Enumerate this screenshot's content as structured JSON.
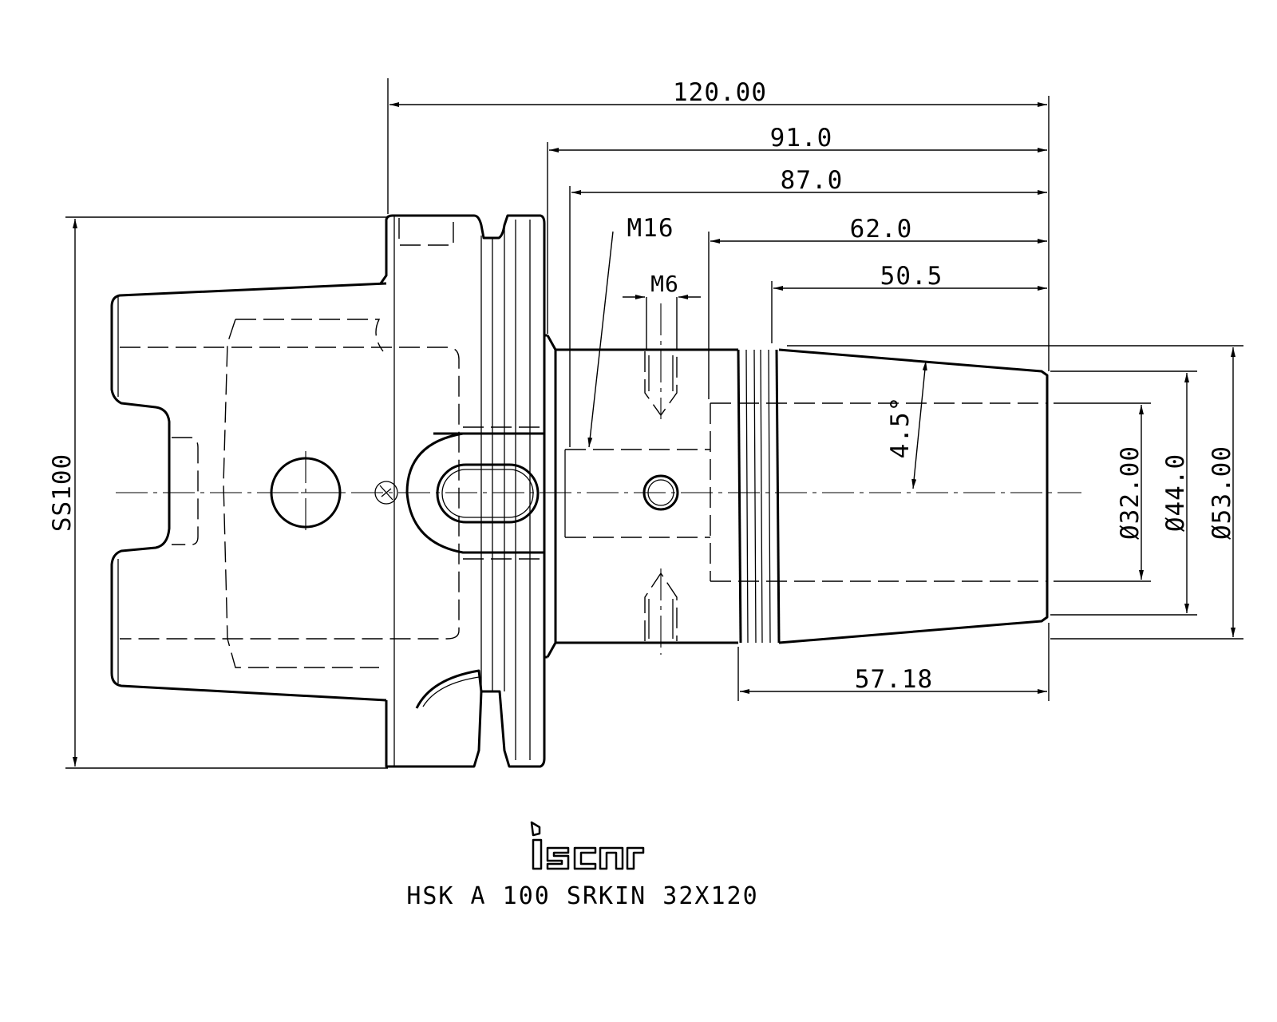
{
  "dimensions": {
    "overall_length": "120.00",
    "length_91": "91.0",
    "length_87": "87.0",
    "length_62": "62.0",
    "length_50_5": "50.5",
    "thread_main": "M16",
    "thread_small": "M6",
    "taper_angle": "4.5°",
    "diameter_32": "Ø32.00",
    "diameter_44": "Ø44.0",
    "diameter_53": "Ø53.00",
    "shank_size": "SS100",
    "taper_length": "57.18"
  },
  "brand": {
    "logo_text": "iscar"
  },
  "caption": "HSK A 100 SRKIN 32X120"
}
